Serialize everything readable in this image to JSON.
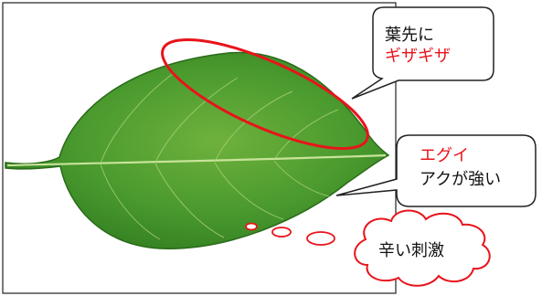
{
  "figure": {
    "callout_tip": {
      "line1": "葉先に",
      "line2": "ギザギザ"
    },
    "callout_egui": {
      "line1": "エグイ",
      "line2": "アクが強い"
    },
    "callout_pungent": {
      "text": "辛い刺激"
    }
  },
  "colors": {
    "accent_red": "#e8141b",
    "text_black": "#111111",
    "leaf_green": "#3f8f2a",
    "leaf_dark": "#2c6e1c",
    "leaf_light": "#7fbf4a"
  },
  "icons": {
    "leaf": "leaf-photo",
    "highlight": "red-ellipse",
    "bubble_top": "speech-bubble",
    "bubble_mid": "speech-bubble",
    "cloud": "thought-cloud"
  }
}
